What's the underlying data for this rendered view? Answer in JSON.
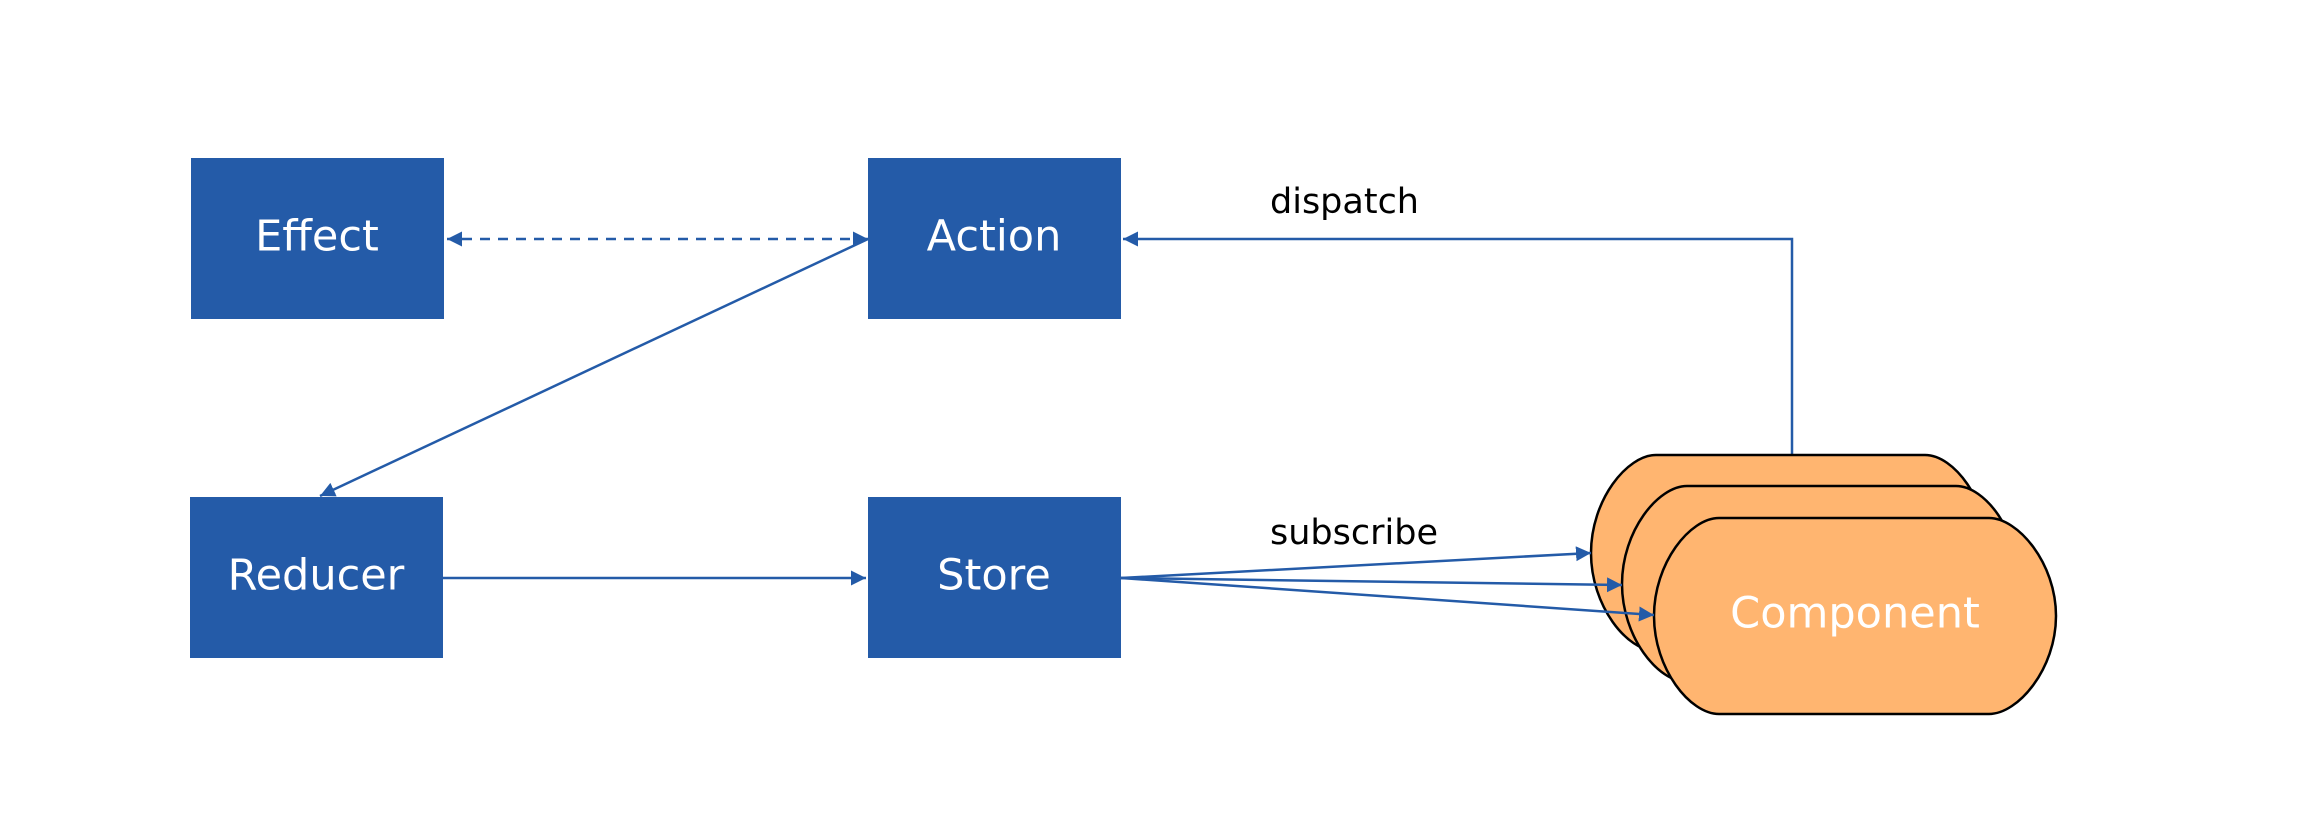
{
  "colors": {
    "box_fill": "#245BA8",
    "arrow": "#245BA8",
    "component_fill": "#FFB570",
    "component_stroke": "#000000",
    "text_light": "#FFFFFF",
    "text_dark": "#000000"
  },
  "nodes": {
    "effect": "Effect",
    "action": "Action",
    "reducer": "Reducer",
    "store": "Store",
    "component": "Component"
  },
  "edges": {
    "dispatch": "dispatch",
    "subscribe": "subscribe"
  }
}
